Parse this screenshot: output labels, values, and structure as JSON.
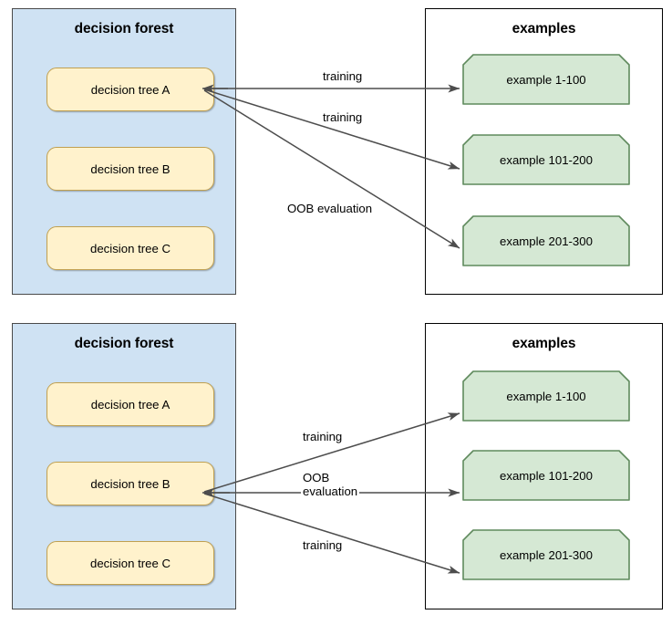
{
  "diagrams": [
    {
      "id": "oob-tree-a",
      "forest": {
        "title": "decision forest",
        "trees": [
          {
            "label": "decision tree A",
            "highlighted": true
          },
          {
            "label": "decision tree B",
            "highlighted": false
          },
          {
            "label": "decision tree C",
            "highlighted": false
          }
        ]
      },
      "examples": {
        "title": "examples",
        "items": [
          {
            "label": "example 1-100"
          },
          {
            "label": "example 101-200"
          },
          {
            "label": "example 201-300"
          }
        ]
      },
      "edges": [
        {
          "from": "decision tree A",
          "to": "example 1-100",
          "label": "training",
          "label_lines": [
            "training"
          ]
        },
        {
          "from": "decision tree A",
          "to": "example 101-200",
          "label": "training",
          "label_lines": [
            "training"
          ]
        },
        {
          "from": "decision tree A",
          "to": "example 201-300",
          "label": "OOB evaluation",
          "label_lines": [
            "OOB evaluation"
          ]
        }
      ]
    },
    {
      "id": "oob-tree-b",
      "forest": {
        "title": "decision forest",
        "trees": [
          {
            "label": "decision tree A",
            "highlighted": false
          },
          {
            "label": "decision tree B",
            "highlighted": true
          },
          {
            "label": "decision tree C",
            "highlighted": false
          }
        ]
      },
      "examples": {
        "title": "examples",
        "items": [
          {
            "label": "example 1-100"
          },
          {
            "label": "example 101-200"
          },
          {
            "label": "example 201-300"
          }
        ]
      },
      "edges": [
        {
          "from": "decision tree B",
          "to": "example 1-100",
          "label": "training",
          "label_lines": [
            "training"
          ]
        },
        {
          "from": "decision tree B",
          "to": "example 101-200",
          "label": "OOB evaluation",
          "label_lines": [
            "OOB",
            "evaluation"
          ]
        },
        {
          "from": "decision tree B",
          "to": "example 201-300",
          "label": "training",
          "label_lines": [
            "training"
          ]
        }
      ]
    }
  ],
  "colors": {
    "forest_panel_fill": "#cfe2f3",
    "forest_panel_border": "#4a4a4a",
    "examples_panel_fill": "#ffffff",
    "examples_panel_border": "#000000",
    "tree_fill": "#fff2cc",
    "tree_border": "#c0a050",
    "example_fill": "#d5e8d4",
    "example_border": "#82b366",
    "arrow": "#4d4d4d"
  }
}
